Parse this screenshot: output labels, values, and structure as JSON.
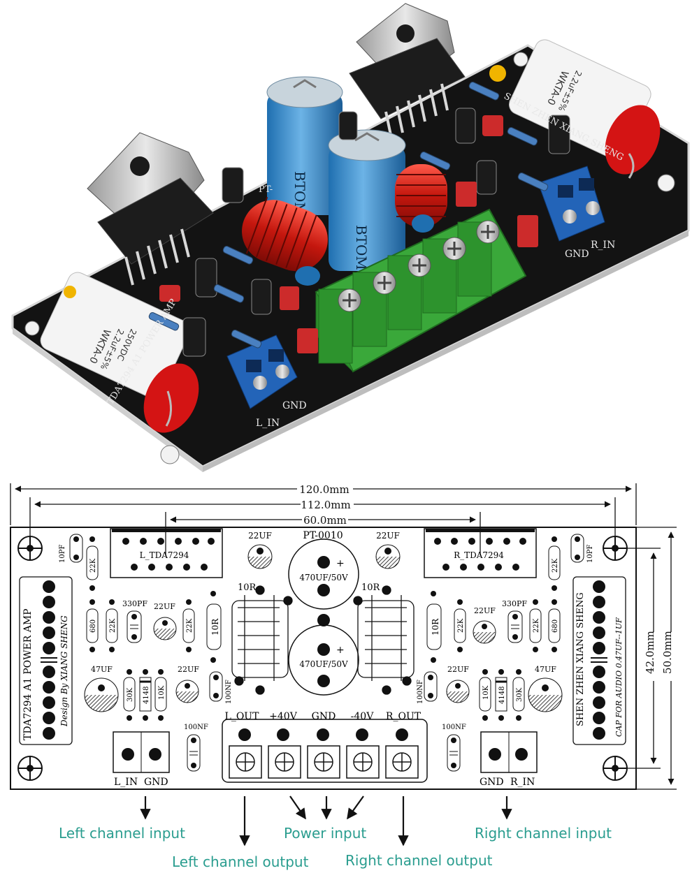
{
  "photo": {
    "silk_text": {
      "board_title": "TDA7294 A1 POWER AMP",
      "brand": "SHEN ZHEN XIANG SHENG",
      "board_code": "PT-",
      "left_in": "L_IN",
      "left_gnd": "GND",
      "right_gnd": "GND",
      "right_in": "R_IN",
      "cap_brand": "BTOM",
      "film_cap_model": "WKTA-0",
      "film_cap_value": "2.2uF±5%",
      "film_cap_voltage": "250VDC"
    }
  },
  "layout": {
    "dimensions": {
      "width_outer": "120.0mm",
      "width_holes": "112.0mm",
      "width_chips": "60.0mm",
      "height_holes": "42.0mm",
      "height_outer": "50.0mm"
    },
    "board_code": "PT-0010",
    "chips": {
      "left": "L_TDA7294",
      "right": "R_TDA7294"
    },
    "vertical_text": {
      "left_title": "TDA7294 A1  POWER AMP",
      "left_design": "Design By  XIANG SHENG",
      "right_brand": "SHEN ZHEN XIANG SHENG",
      "right_note": "CAP FOR AUDIO 0.47UF--1UF"
    },
    "components": {
      "cap_10pf": "10PF",
      "res_22k": "22K",
      "res_680": "680",
      "cap_330pf": "330PF",
      "cap_22uf": "22UF",
      "res_10r": "10R",
      "cap_47uf": "47UF",
      "res_30k": "30K",
      "diode_4148": "4148",
      "res_10k": "10K",
      "cap_100nf": "100NF",
      "big_cap": "470UF/50V",
      "plus": "+"
    },
    "terminal_labels": [
      "L_OUT",
      "+40V",
      "GND",
      "-40V",
      "R_OUT"
    ],
    "input_labels": {
      "left_in": "L_IN",
      "left_gnd": "GND",
      "right_gnd": "GND",
      "right_in": "R_IN"
    }
  },
  "annotations": {
    "left_channel_input": "Left channel input",
    "left_channel_output": "Left channel output",
    "power_input": "Power input",
    "right_channel_output": "Right channel output",
    "right_channel_input": "Right channel input",
    "color": "#2a9d8f"
  }
}
